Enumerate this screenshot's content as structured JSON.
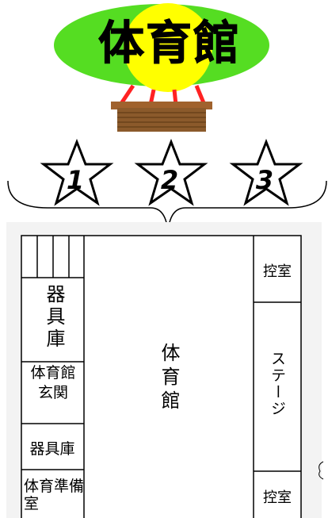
{
  "header": {
    "title": "体育館",
    "colors": {
      "balloon_outer": "#55dd22",
      "balloon_inner": "#ffff00",
      "basket": "#8b5a2b",
      "ropes": "#ff2222"
    }
  },
  "stars": [
    {
      "number": "1"
    },
    {
      "number": "2"
    },
    {
      "number": "3"
    }
  ],
  "floorplan": {
    "rooms": {
      "storage_large": "器具庫",
      "entrance": "体育館玄関",
      "storage_small": "器具庫",
      "prep_room": "体育準備室",
      "gym": "体育館",
      "waiting_top": "控室",
      "stage": "ステージ",
      "waiting_bottom": "控室"
    }
  }
}
